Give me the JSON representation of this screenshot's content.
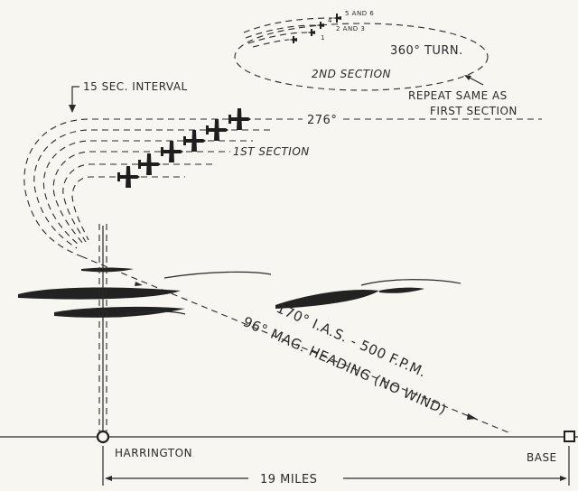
{
  "labels": {
    "top_5and6": "5 AND 6",
    "top_4": "4",
    "top_2and3": "2 AND 3",
    "top_1": "1",
    "turn": "360° TURN.",
    "second_section": "2ND SECTION",
    "repeat_line1": "REPEAT SAME AS",
    "repeat_line2": "FIRST SECTION",
    "interval": "15 SEC. INTERVAL",
    "heading": "276°",
    "first_section": "1ST SECTION",
    "speed_line": "170° I.A.S. - 500 F.P.M.",
    "mag_line": "96° MAG. HEADING (NO WIND)",
    "harrington": "HARRINGTON",
    "base": "BASE",
    "distance": "19 MILES"
  },
  "colors": {
    "ink": "#2a2a2a",
    "paper": "#f7f6f1"
  }
}
